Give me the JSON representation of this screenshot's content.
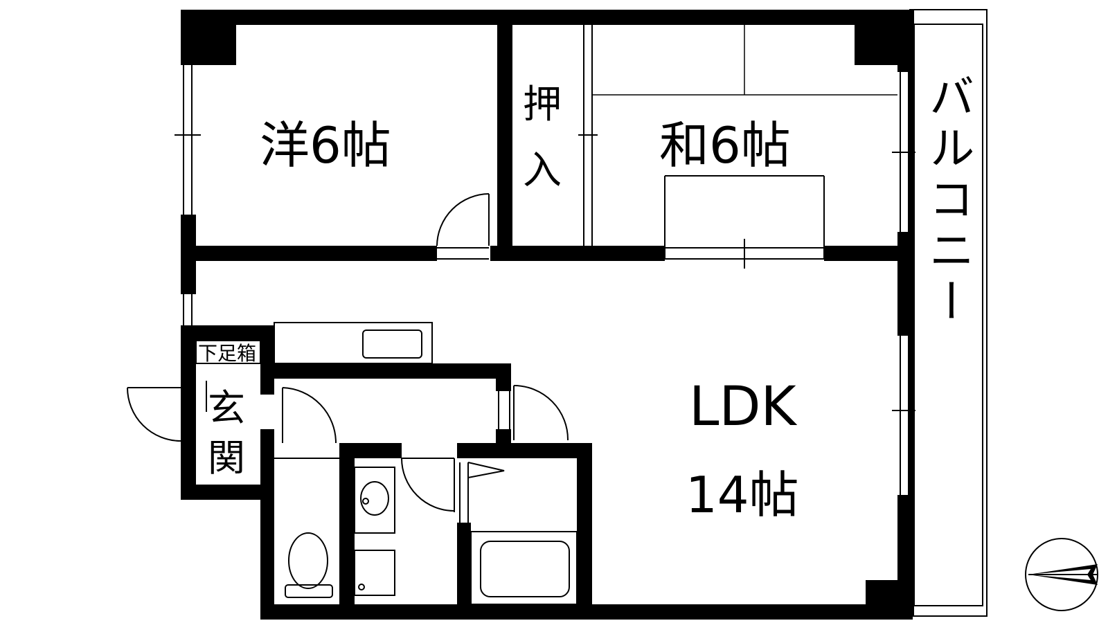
{
  "floorplan": {
    "rooms": {
      "western": "洋6帖",
      "japanese": "和6帖",
      "closet_line1": "押",
      "closet_line2": "入",
      "ldk_title": "LDK",
      "ldk_size": "14帖",
      "shoe_box": "下足箱",
      "entrance_line1": "玄",
      "entrance_line2": "関",
      "balcony": "バルコニー"
    },
    "colors": {
      "wall": "#000000",
      "background": "#ffffff"
    },
    "icons": [
      "compass-north-arrow-icon",
      "toilet-icon",
      "washbasin-icon",
      "bathtub-icon",
      "kitchen-sink-icon",
      "door-swing-icon"
    ]
  }
}
